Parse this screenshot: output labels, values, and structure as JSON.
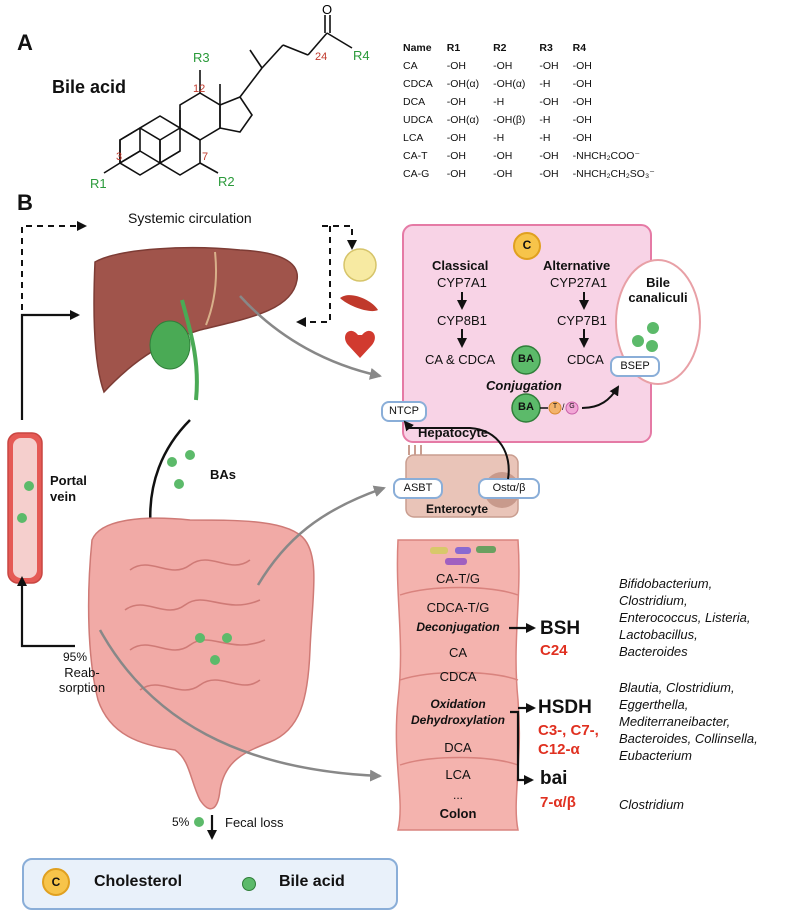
{
  "panel_a": {
    "letter": "A",
    "title": "Bile acid",
    "structure_labels": {
      "r1": "R1",
      "r2": "R2",
      "r3": "R3",
      "r4": "R4",
      "oxygen": "O",
      "c3": "3",
      "c7": "7",
      "c12": "12",
      "c24": "24"
    },
    "table": {
      "headers": [
        "Name",
        "R1",
        "R2",
        "R3",
        "R4"
      ],
      "rows": [
        [
          "CA",
          "-OH",
          "-OH",
          "-OH",
          "-OH"
        ],
        [
          "CDCA",
          "-OH(α)",
          "-OH(α)",
          "-H",
          "-OH"
        ],
        [
          "DCA",
          "-OH",
          "-H",
          "-OH",
          "-OH"
        ],
        [
          "UDCA",
          "-OH(α)",
          "-OH(β)",
          "-H",
          "-OH"
        ],
        [
          "LCA",
          "-OH",
          "-H",
          "-H",
          "-OH"
        ],
        [
          "CA-T",
          "-OH",
          "-OH",
          "-OH",
          "-NHCH₂COO⁻"
        ],
        [
          "CA-G",
          "-OH",
          "-OH",
          "-OH",
          "-NHCH₂CH₂SO₃⁻"
        ]
      ]
    }
  },
  "panel_b": {
    "letter": "B",
    "systemic": "Systemic circulation",
    "hepatocyte": {
      "c_badge": "C",
      "classical": "Classical",
      "alternative": "Alternative",
      "cyp7a1": "CYP7A1",
      "cyp8b1": "CYP8B1",
      "cyp27a1": "CYP27A1",
      "cyp7b1": "CYP7B1",
      "ca_cdca": "CA & CDCA",
      "cdca": "CDCA",
      "ba": "BA",
      "conjugation": "Conjugation",
      "t": "T",
      "g": "G",
      "slash": "/",
      "bile_canaliculi": "Bile canaliculi",
      "bsep": "BSEP",
      "ntcp": "NTCP",
      "label": "Hepatocyte"
    },
    "enterocyte": {
      "asbt": "ASBT",
      "ost": "Ostα/β",
      "label": "Enterocyte"
    },
    "bas": "BAs",
    "portal_vein": "Portal vein",
    "reabsorption_pct": "95%",
    "reabsorption": "Reab-sorption",
    "fecal_pct": "5%",
    "fecal": "Fecal loss",
    "colon": {
      "items": [
        "CA-T/G",
        "CDCA-T/G",
        "Deconjugation",
        "CA",
        "CDCA",
        "Oxidation",
        "Dehydroxylation",
        "DCA",
        "LCA",
        "...",
        "Colon"
      ]
    },
    "enzymes": [
      {
        "name": "BSH",
        "sites": "C24",
        "bacteria": [
          "Bifidobacterium,",
          "Clostridium,",
          "Enterococcus, Listeria,",
          "Lactobacillus,",
          "Bacteroides"
        ]
      },
      {
        "name": "HSDH",
        "sites": [
          "C3-, C7-,",
          "C12-α"
        ],
        "bacteria": [
          "Blautia, Clostridium,",
          "Eggerthella,",
          "Mediterraneibacter,",
          "Bacteroides, Collinsella,",
          "Eubacterium"
        ]
      },
      {
        "name": "bai",
        "sites": "7-α/β",
        "bacteria": [
          "Clostridium"
        ]
      }
    ]
  },
  "legend": {
    "c_badge": "C",
    "cholesterol": "Cholesterol",
    "bile_acid": "Bile acid"
  },
  "colors": {
    "hepatocyte_bg": "#f8d3e6",
    "hepatocyte_border": "#e57aa5",
    "bile_acid_green": "#5cba6a",
    "cholesterol_orange": "#f7c44a",
    "enzyme_red": "#e03020",
    "legend_bg": "#e9f1fa",
    "transport_blue": "#8aaed8",
    "liver": "#a0544b",
    "intestine": "#f1aaa6"
  }
}
